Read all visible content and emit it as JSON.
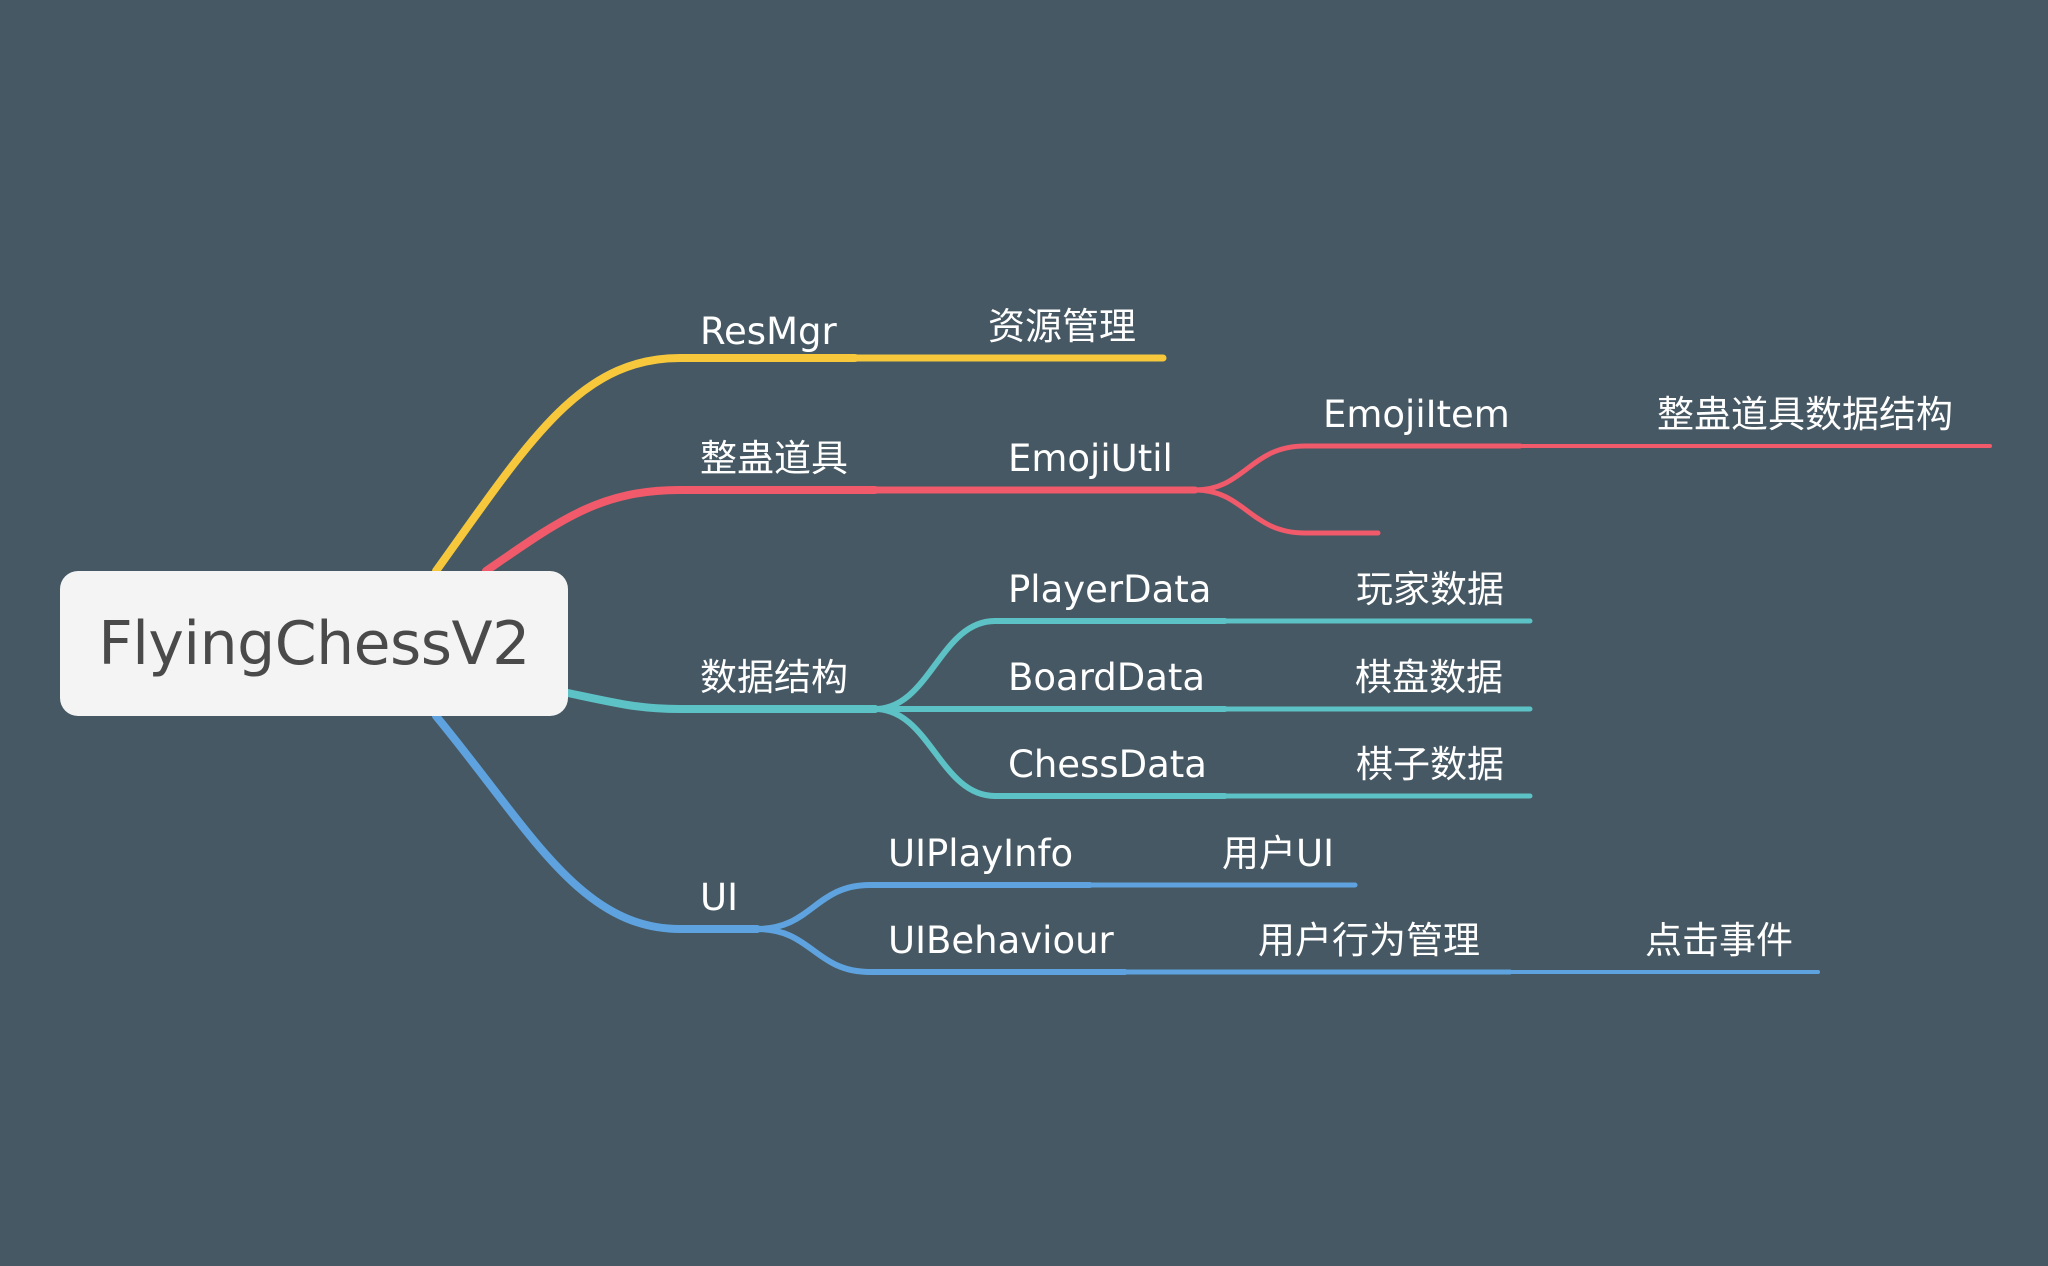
{
  "root": {
    "label": "FlyingChessV2"
  },
  "colors": {
    "background": "#465863",
    "resmgr": "#f7c83c",
    "props": "#f05a6a",
    "data": "#5dc2c6",
    "ui": "#5ea3df",
    "root_box": "#f4f4f4",
    "root_text": "#4a4a4a"
  },
  "branches": {
    "resmgr": {
      "label": "ResMgr",
      "desc": "资源管理"
    },
    "props": {
      "label": "整蛊道具",
      "child": {
        "label": "EmojiUtil",
        "children": [
          {
            "label": "EmojiItem",
            "desc": "整蛊道具数据结构"
          },
          {
            "label": ""
          }
        ]
      }
    },
    "data": {
      "label": "数据结构",
      "children": [
        {
          "label": "PlayerData",
          "desc": "玩家数据"
        },
        {
          "label": "BoardData",
          "desc": "棋盘数据"
        },
        {
          "label": "ChessData",
          "desc": "棋子数据"
        }
      ]
    },
    "ui": {
      "label": "UI",
      "children": [
        {
          "label": "UIPlayInfo",
          "desc": "用户UI"
        },
        {
          "label": "UIBehaviour",
          "desc": "用户行为管理",
          "detail": "点击事件"
        }
      ]
    }
  }
}
